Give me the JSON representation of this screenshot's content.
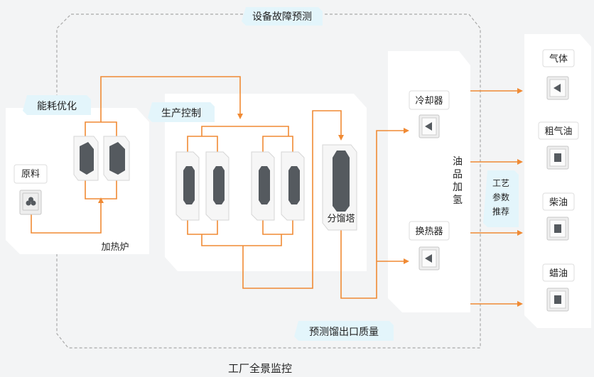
{
  "labels": {
    "fault_prediction": "设备故障预测",
    "energy_optimization": "能耗优化",
    "production_control": "生产控制",
    "raw_material": "原料",
    "heating_furnace": "加热炉",
    "fractionator": "分馏塔",
    "cooler": "冷却器",
    "heat_exchanger": "换热器",
    "hydrogenation": "油品加氢",
    "process_params": "工艺参数推荐",
    "quality_prediction": "预测馏出口质量",
    "plant_monitoring": "工厂全景监控"
  },
  "products": [
    "气体",
    "粗气油",
    "柴油",
    "蜡油"
  ],
  "colors": {
    "flow": "#f08a34",
    "tag_bg": "#e3f5fb",
    "panel_bg": "#ffffff",
    "equipment": "#555a5f",
    "dashed_border": "#a9a9a9"
  }
}
